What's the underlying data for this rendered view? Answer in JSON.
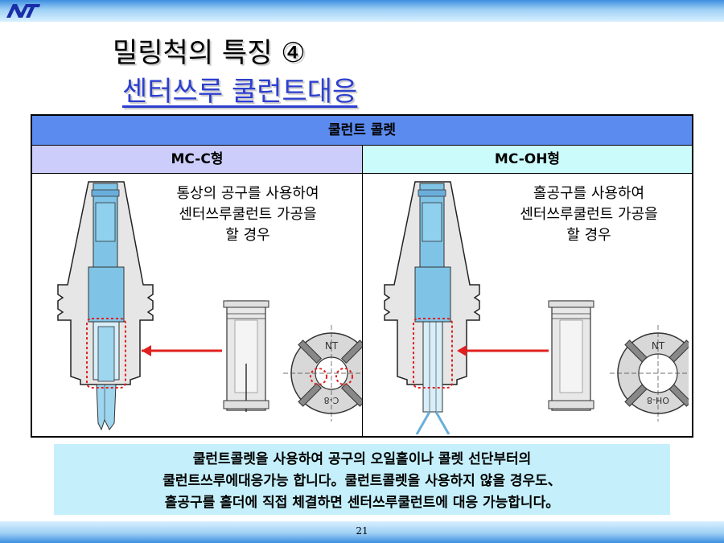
{
  "title": {
    "main": "밀링척의 특징 ④",
    "sub": "센터쓰루 쿨런트대응"
  },
  "table": {
    "header": "쿨런트 콜렛",
    "columns": [
      {
        "label": "MC-C형",
        "description": [
          "통상의 공구를 사용하여",
          "센터쓰루쿨런트 가공을",
          "할 경우"
        ],
        "collet_marking": "NT",
        "collet_code": "C-8"
      },
      {
        "label": "MC-OH형",
        "description": [
          "홀공구를 사용하여",
          "센터쓰루쿨런트 가공을",
          "할 경우"
        ],
        "collet_marking": "NT",
        "collet_code": "OH-8"
      }
    ]
  },
  "note": {
    "lines": [
      "쿨런트콜렛을 사용하여 공구의 오일홀이나 콜렛 선단부터의",
      "쿨런트쓰루에대응가능 합니다。쿨런트콜렛을 사용하지 않을 경우도、",
      "홀공구를 홀더에 직접 체결하면 센터쓰루쿨런트에 대응 가능합니다。"
    ]
  },
  "page_number": "21",
  "colors": {
    "header_blue": "#5c8bef",
    "left_head": "#cccdfa",
    "right_head": "#cbfbfb",
    "note_bg": "#c5f0fb",
    "title_blue": "#2d3fcf",
    "arrow_red": "#e02020"
  },
  "icons": {
    "logo": "nt-logo-icon"
  }
}
